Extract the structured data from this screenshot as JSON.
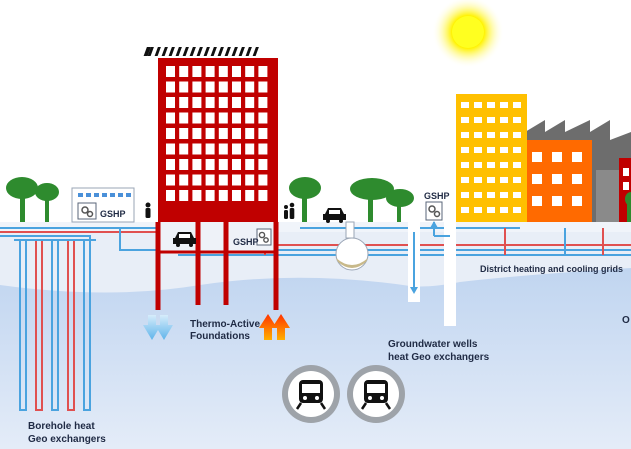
{
  "labels": {
    "gshp_left": "GSHP",
    "gshp_mid": "GSHP",
    "gshp_right": "GSHP",
    "thermo_line1": "Thermo-Active",
    "thermo_line2": "Foundations",
    "district": "District heating and cooling grids",
    "groundwater_line1": "Groundwater wells",
    "groundwater_line2": "heat Geo exchangers",
    "borehole_line1": "Borehole heat",
    "borehole_line2": "Geo exchangers",
    "edge_cut": "O"
  },
  "icons": {
    "train_left": "train-icon",
    "train_right": "train-icon",
    "car": "car-icon",
    "sun": "sun-icon",
    "gear": "gear-icon",
    "person": "person-icon"
  },
  "colors": {
    "sky": "#ffffff",
    "ground_top": "#e9eef6",
    "underground": "#c9dcf3",
    "red_building": "#c00000",
    "yellow_building": "#ffc000",
    "orange_building": "#ff6a00",
    "grey_building": "#6d6d6d",
    "tree": "#2e8b2e",
    "pipe_blue": "#4aa3df",
    "pipe_red": "#e05050",
    "text": "#1f2a44"
  }
}
